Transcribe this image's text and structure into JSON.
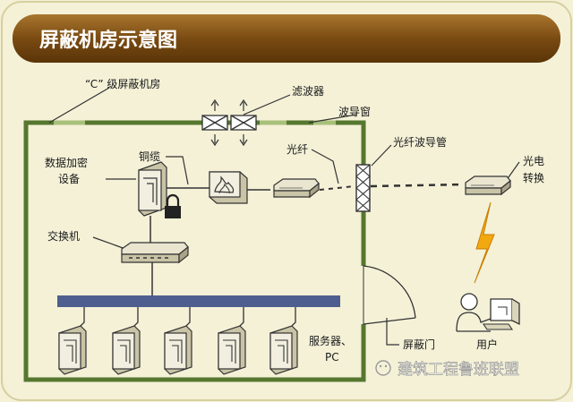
{
  "title": "屏蔽机房示意图",
  "labels": {
    "room": "“C” 级屏蔽机房",
    "filter": "滤波器",
    "waveguide_window": "波导窗",
    "crypto_line1": "数据加密",
    "crypto_line2": "设备",
    "copper_cable": "铜缆",
    "fiber": "光纤",
    "fiber_waveguide": "光纤波导管",
    "oe_line1": "光电",
    "oe_line2": "转换",
    "switch": "交换机",
    "server_line1": "服务器、",
    "server_line2": "PC",
    "shield_door": "屏蔽门",
    "user": "用户"
  },
  "watermark": "建筑工程鲁班联盟",
  "colors": {
    "background": "#f4f1d7",
    "title_bar": "#7a4b12",
    "wall": "#56772f",
    "bus": "#4e5f8f",
    "lightning": "#f2a90f"
  }
}
